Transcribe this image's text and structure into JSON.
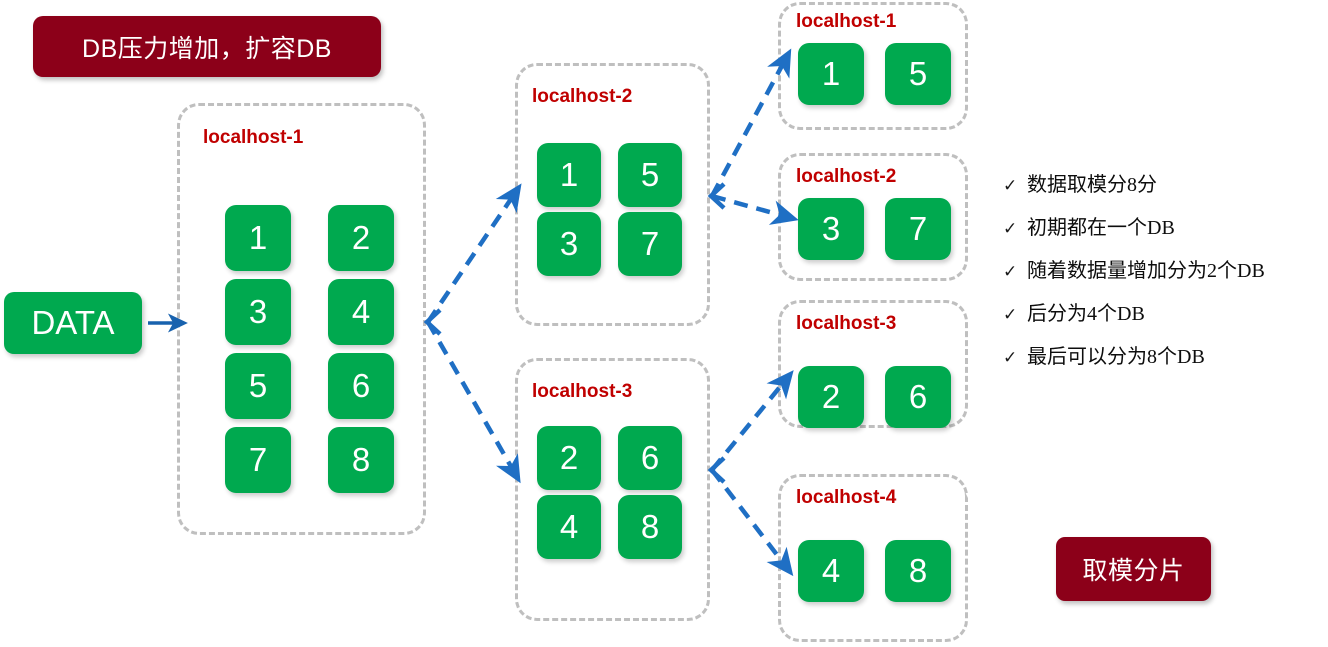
{
  "title_banner": {
    "text": "DB压力增加，扩容DB"
  },
  "modulo_badge": {
    "text": "取模分片"
  },
  "data_box": {
    "label": "DATA"
  },
  "stages": {
    "stage1": {
      "hosts": [
        {
          "label": "localhost-1",
          "tiles": [
            "1",
            "2",
            "3",
            "4",
            "5",
            "6",
            "7",
            "8"
          ]
        }
      ]
    },
    "stage2": {
      "hosts": [
        {
          "label": "localhost-2",
          "tiles": [
            "1",
            "5",
            "3",
            "7"
          ]
        },
        {
          "label": "localhost-3",
          "tiles": [
            "2",
            "6",
            "4",
            "8"
          ]
        }
      ]
    },
    "stage3": {
      "hosts": [
        {
          "label": "localhost-1",
          "tiles": [
            "1",
            "5"
          ]
        },
        {
          "label": "localhost-2",
          "tiles": [
            "3",
            "7"
          ]
        },
        {
          "label": "localhost-3",
          "tiles": [
            "2",
            "6"
          ]
        },
        {
          "label": "localhost-4",
          "tiles": [
            "4",
            "8"
          ]
        }
      ]
    }
  },
  "bullets": {
    "check_glyph": "✓",
    "items": [
      "数据取模分8分",
      "初期都在一个DB",
      "随着数据量增加分为2个DB",
      "后分为4个DB",
      "最后可以分为8个DB"
    ]
  },
  "colors": {
    "tile_green": "#00A94F",
    "banner_red": "#8C0019",
    "host_label_red": "#C00000",
    "arrow_blue": "#1F6FC4",
    "container_gray": "#BFBFBF"
  }
}
